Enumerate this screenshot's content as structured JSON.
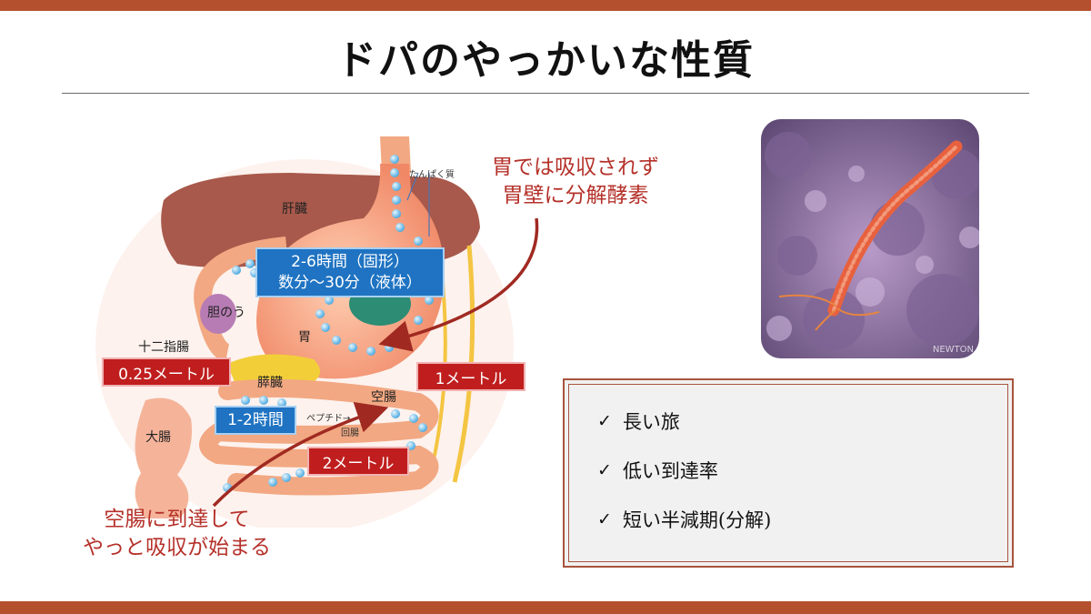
{
  "slide": {
    "title": "ドパのやっかいな性質",
    "accent_color": "#b5502e"
  },
  "diagram": {
    "organ_labels": {
      "liver": "肝臓",
      "gallbladder": "胆のう",
      "duodenum": "十二指腸",
      "stomach": "胃",
      "pancreas": "膵臓",
      "jejunum": "空腸",
      "large_intestine": "大腸",
      "protein": "たんぱく質",
      "peptide": "ペプチド→",
      "ileum": "回腸"
    },
    "time_boxes": {
      "stomach_time_line1": "2-6時間（固形）",
      "stomach_time_line2": "数分～30分（液体）",
      "small_intestine_time": "1-2時間"
    },
    "length_boxes": {
      "duodenum_length": "0.25メートル",
      "jejunum_length": "1メートル",
      "ileum_length": "2メートル"
    },
    "callouts": {
      "stomach_line1": "胃では吸収されず",
      "stomach_line2": "胃壁に分解酵素",
      "jejunum_line1": "空腸に到達して",
      "jejunum_line2": "やっと吸収が始まる"
    }
  },
  "photo": {
    "credit": "NEWTON"
  },
  "properties": {
    "check_icon": "check-mark-icon",
    "items": [
      "長い旅",
      "低い到達率",
      "短い半減期(分解)"
    ]
  }
}
